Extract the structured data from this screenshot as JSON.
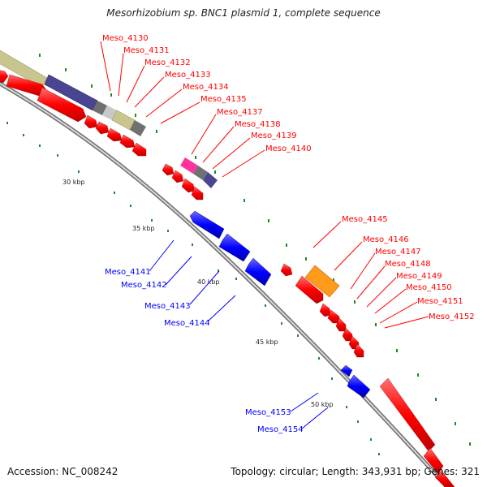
{
  "title": "Mesorhizobium sp. BNC1 plasmid 1, complete sequence",
  "accession": "Accession: NC_008242",
  "summary": "Topology: circular; Length: 343,931 bp; Genes: 321",
  "colors": {
    "forward_gene": "#ff0000",
    "reverse_gene": "#0000ff",
    "backbone": "#888888",
    "gc_tick": "#1f8a1f",
    "khaki": "#c9c58e",
    "slate": "#4a4590",
    "gray": "#707070",
    "light_gray": "#c8c8c8",
    "magenta": "#ff33a0",
    "orange": "#ff9a1a"
  },
  "scale_labels": [
    "30 kbp",
    "35 kbp",
    "40 kbp",
    "45 kbp",
    "50 kbp"
  ],
  "genes_top": [
    "Meso_4130",
    "Meso_4131",
    "Meso_4132",
    "Meso_4133",
    "Meso_4134",
    "Meso_4135",
    "Meso_4137",
    "Meso_4138",
    "Meso_4139",
    "Meso_4140"
  ],
  "genes_mid_right": [
    "Meso_4145",
    "Meso_4146",
    "Meso_4147",
    "Meso_4148",
    "Meso_4149",
    "Meso_4150",
    "Meso_4151",
    "Meso_4152"
  ],
  "genes_left": [
    "Meso_4141",
    "Meso_4142",
    "Meso_4143",
    "Meso_4144"
  ],
  "genes_bottom": [
    "Meso_4153",
    "Meso_4154"
  ]
}
